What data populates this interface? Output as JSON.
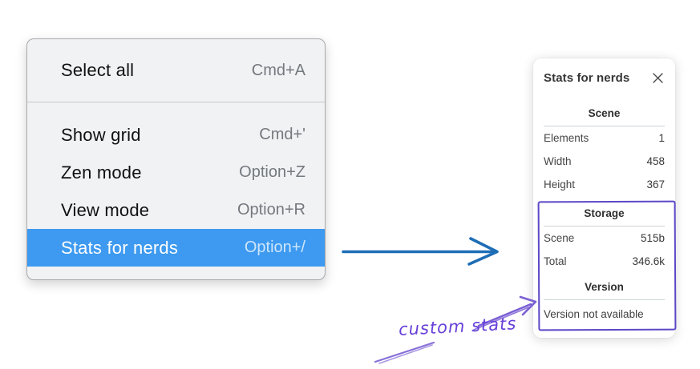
{
  "context_menu": {
    "items": [
      {
        "label": "Select all",
        "shortcut": "Cmd+A"
      },
      {
        "label": "Show grid",
        "shortcut": "Cmd+'"
      },
      {
        "label": "Zen mode",
        "shortcut": "Option+Z"
      },
      {
        "label": "View mode",
        "shortcut": "Option+R"
      },
      {
        "label": "Stats for nerds",
        "shortcut": "Option+/"
      }
    ],
    "highlighted_item": "Stats for nerds"
  },
  "stats_panel": {
    "title": "Stats for nerds",
    "close_icon": "x-icon",
    "sections": [
      {
        "header": "Scene",
        "rows": [
          {
            "label": "Elements",
            "value": "1"
          },
          {
            "label": "Width",
            "value": "458"
          },
          {
            "label": "Height",
            "value": "367"
          }
        ]
      },
      {
        "header": "Storage",
        "rows": [
          {
            "label": "Scene",
            "value": "515b"
          },
          {
            "label": "Total",
            "value": "346.6k"
          }
        ]
      },
      {
        "header": "Version",
        "note": "Version not available"
      }
    ]
  },
  "annotation": {
    "label": "custom stats"
  },
  "colors": {
    "menu_highlight_blue": "#3d9af0",
    "menu_background": "#f1f2f4",
    "arrow_blue": "#1e6db6",
    "annotation_purple": "#6741d9",
    "box_purple": "#5b48c7"
  }
}
